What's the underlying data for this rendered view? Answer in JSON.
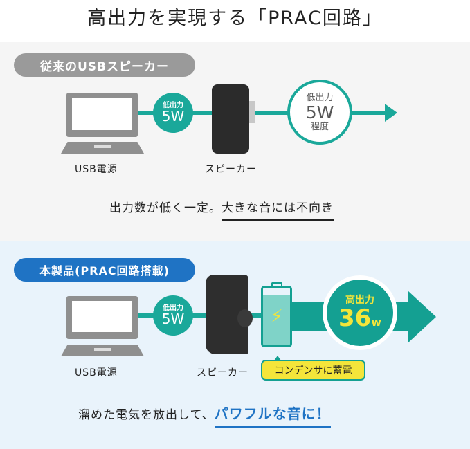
{
  "title": "高出力を実現する「PRAC回路」",
  "conventional": {
    "badge": "従来のUSBスピーカー",
    "input_label": "低出力",
    "input_value": "5W",
    "output_label": "低出力",
    "output_value": "5W",
    "output_suffix": "程度",
    "source_label": "USB電源",
    "speaker_label": "スピーカー",
    "sentence_plain": "出力数が低く一定。",
    "sentence_emph": "大きな音には不向き"
  },
  "product": {
    "badge": "本製品(PRAC回路搭載)",
    "input_label": "低出力",
    "input_value": "5W",
    "output_label": "高出力",
    "output_value": "36",
    "output_unit": "w",
    "source_label": "USB電源",
    "speaker_label": "スピーカー",
    "callout": "コンデンサに蓄電",
    "sentence_plain": "溜めた電気を放出して、",
    "sentence_emph": "パワフルな音に！"
  },
  "colors": {
    "teal": "#1aa89a",
    "blue": "#1f73c4",
    "gray": "#999999",
    "yellow": "#f4e53a"
  }
}
